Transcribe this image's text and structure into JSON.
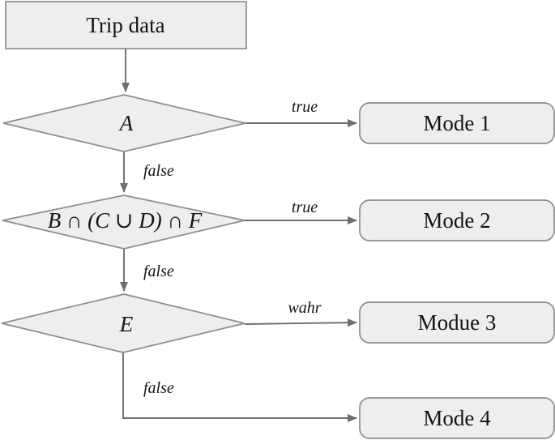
{
  "nodes": {
    "trip_data": {
      "label": "Trip data",
      "type": "process"
    },
    "decision_a": {
      "label": "A",
      "type": "decision"
    },
    "decision_b": {
      "label": "B ∩ (C ∪ D) ∩ F",
      "type": "decision"
    },
    "decision_e": {
      "label": "E",
      "type": "decision"
    },
    "mode_1": {
      "label": "Mode 1",
      "type": "terminal"
    },
    "mode_2": {
      "label": "Mode 2",
      "type": "terminal"
    },
    "mode_3": {
      "label": "Modue 3",
      "type": "terminal"
    },
    "mode_4": {
      "label": "Mode 4",
      "type": "terminal"
    }
  },
  "edges": {
    "start_to_a": {
      "from": "trip_data",
      "to": "decision_a",
      "label": ""
    },
    "a_true": {
      "from": "decision_a",
      "to": "mode_1",
      "label": "true"
    },
    "a_false": {
      "from": "decision_a",
      "to": "decision_b",
      "label": "false"
    },
    "b_true": {
      "from": "decision_b",
      "to": "mode_2",
      "label": "true"
    },
    "b_false": {
      "from": "decision_b",
      "to": "decision_e",
      "label": "false"
    },
    "e_true": {
      "from": "decision_e",
      "to": "mode_3",
      "label": "wahr"
    },
    "e_false": {
      "from": "decision_e",
      "to": "mode_4",
      "label": "false"
    }
  },
  "colors": {
    "node_fill": "#eeeeee",
    "node_border": "#8d8d8d",
    "arrow": "#6e6e6e",
    "label_text": "#141414"
  }
}
